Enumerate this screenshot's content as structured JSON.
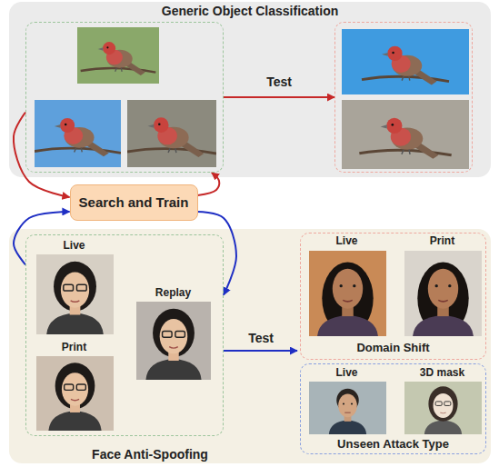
{
  "diagram": {
    "nodes": [
      {
        "text": [
          "Generic Object Classification"
        ]
      },
      {
        "text": [],
        "in": 0
      },
      {
        "text": [],
        "in": 0
      },
      {
        "text": [
          "Search and Train"
        ]
      },
      {
        "text": [
          "Face Anti-Spoofing"
        ]
      },
      {
        "text": [
          "Live",
          "Print",
          "Replay"
        ],
        "in": 4
      },
      {
        "text": [
          "Live",
          "Print",
          "Domain Shift"
        ],
        "in": 4
      },
      {
        "text": [
          "Live",
          "3D mask",
          "Unseen Attack Type"
        ],
        "in": 4
      }
    ],
    "edges": [
      {
        "from": 1,
        "to": 3,
        "arrow": "to"
      },
      {
        "from": 3,
        "to": 1,
        "arrow": "to"
      },
      {
        "from": 1,
        "to": 2,
        "arrow": "to",
        "label": "Test"
      },
      {
        "from": 5,
        "to": 3,
        "arrow": "to"
      },
      {
        "from": 3,
        "to": 5,
        "arrow": "to"
      }
    ],
    "labels": [
      "Test"
    ]
  }
}
